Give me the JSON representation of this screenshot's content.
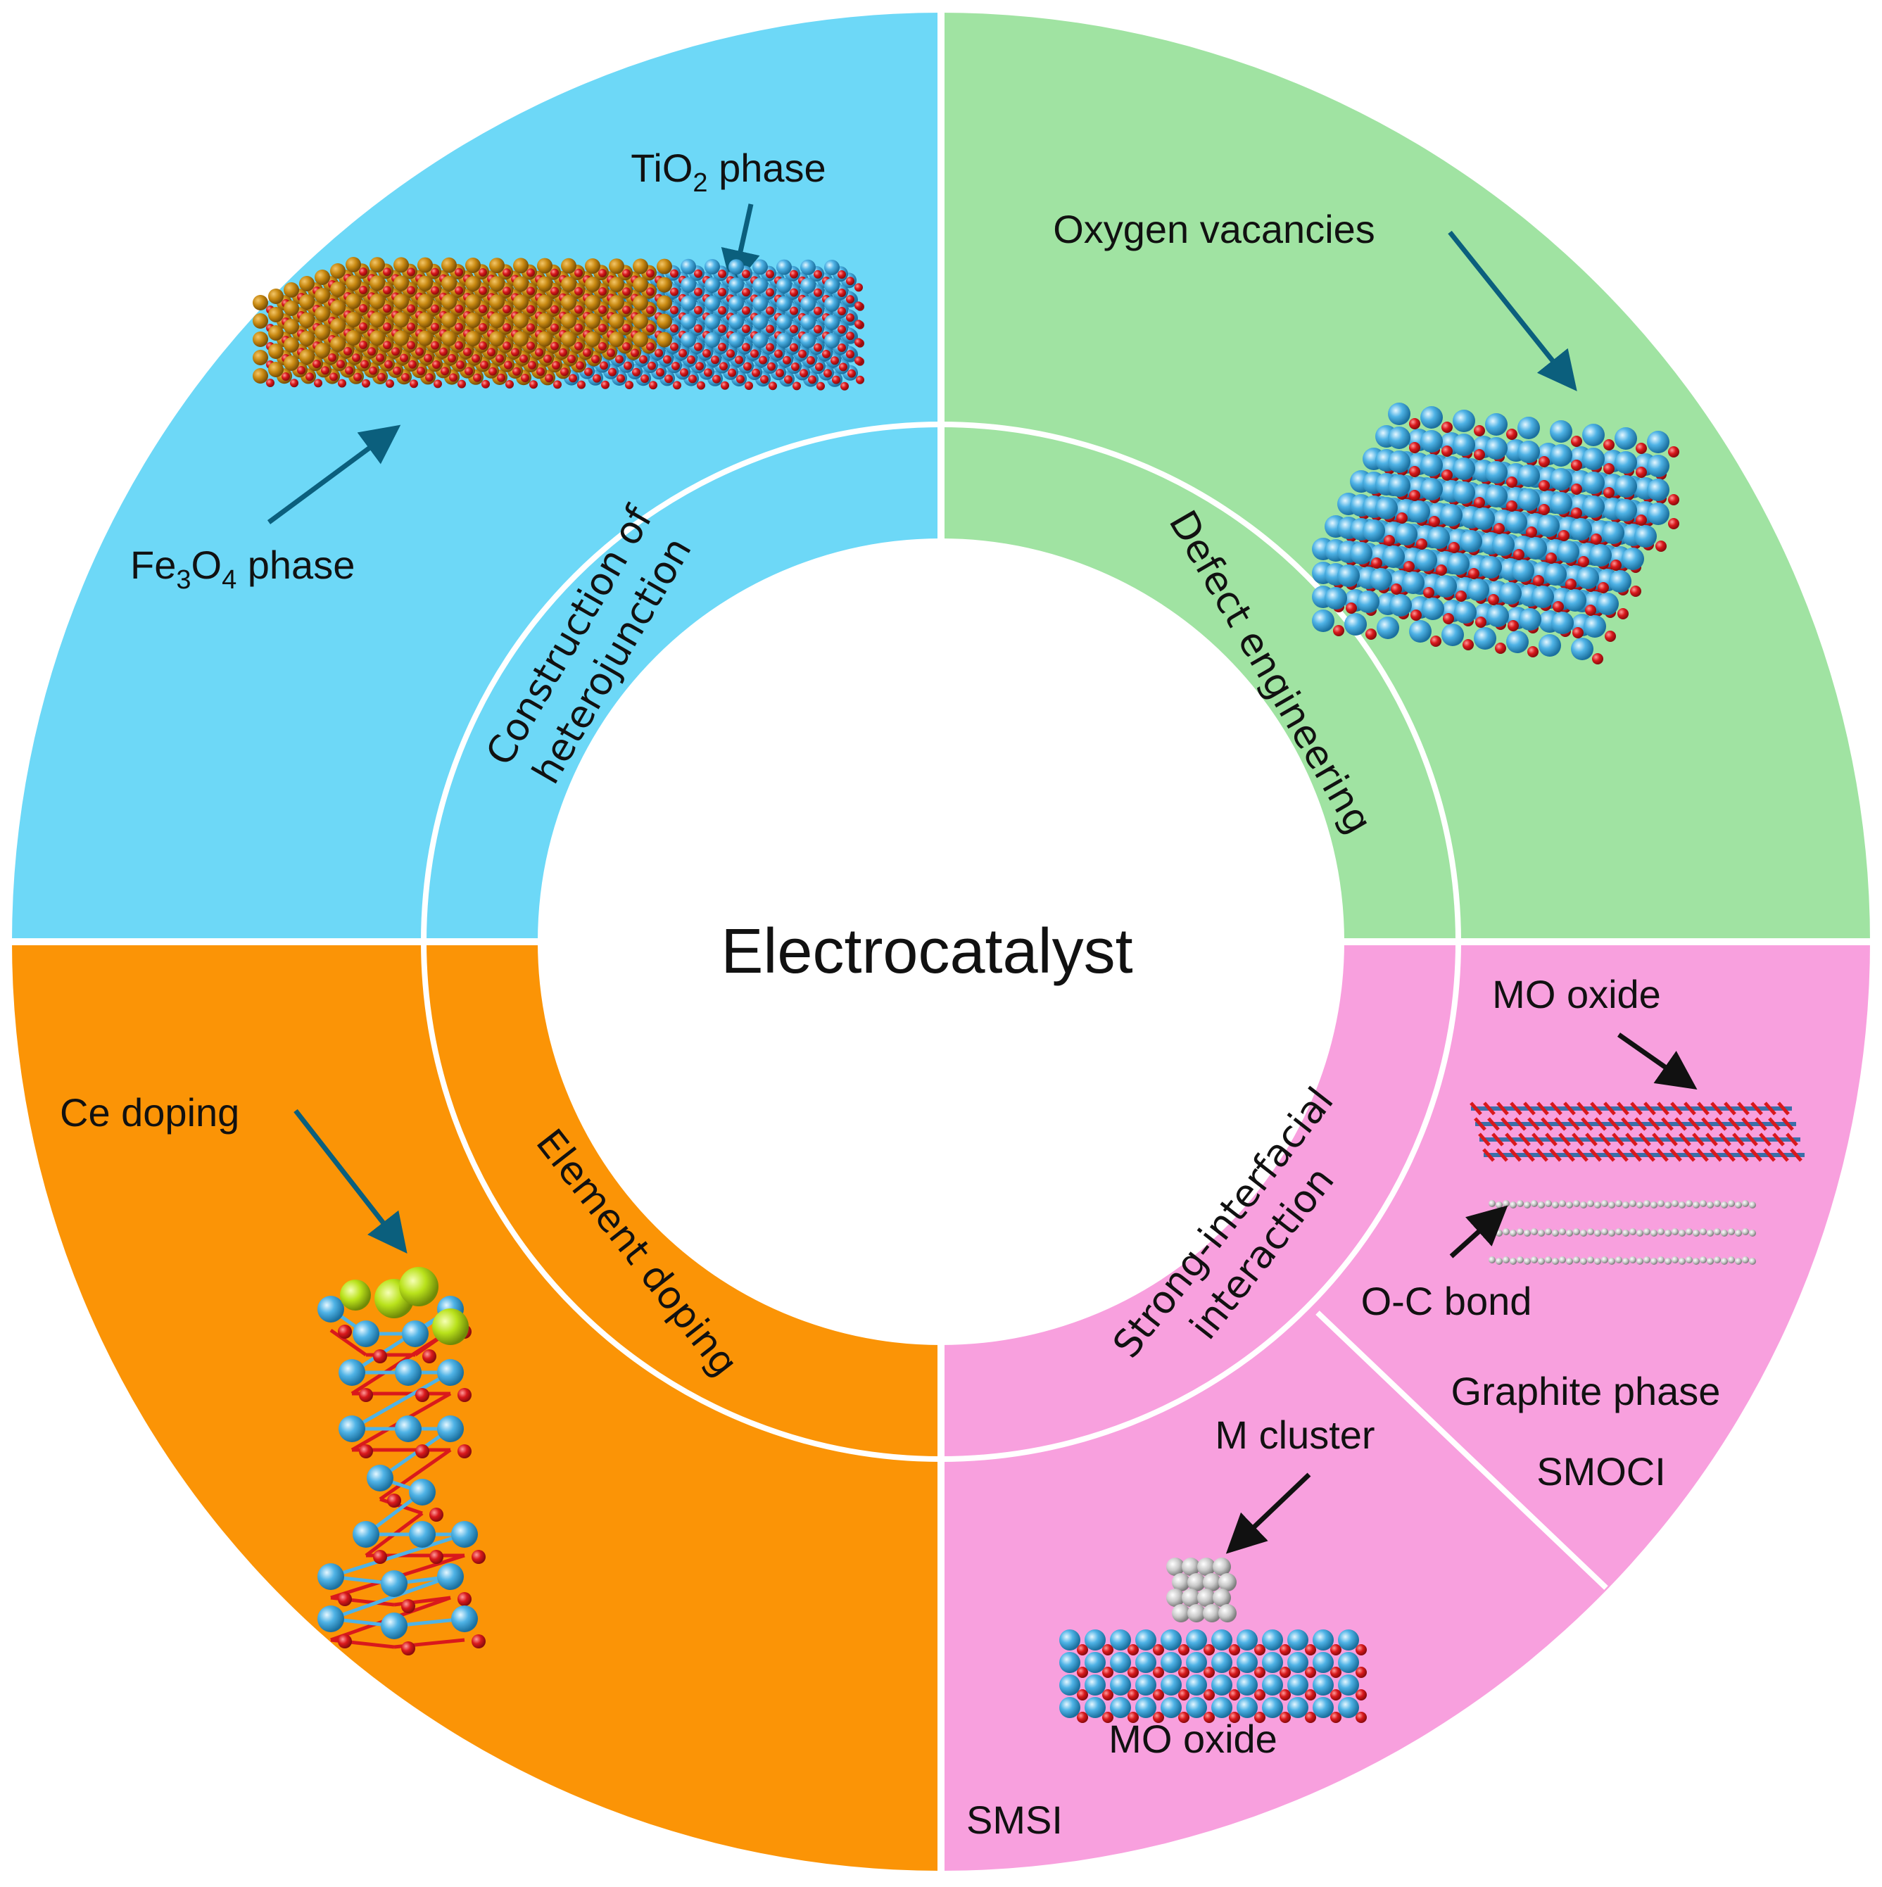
{
  "center": {
    "title": "Electrocatalyst"
  },
  "colors": {
    "heterojunction": "#6dd8f7",
    "defect": "#a0e3a2",
    "doping": "#fb9406",
    "interfacial": "#f8a0de",
    "ti_blue": "#4fb3e6",
    "oxygen_red": "#d9191c",
    "fe_gold": "#c98a12",
    "ce_yellow": "#b9e21b",
    "metal_grey": "#c9c9c9",
    "arrow_teal": "#0b5f7d"
  },
  "segments": {
    "heterojunction": {
      "ring_line1": "Construction of",
      "ring_line2": "heterojunction",
      "label_top": "TiO",
      "label_top_sub": "2",
      "label_top_rest": " phase",
      "label_bottom": "Fe",
      "label_bottom_sub1": "3",
      "label_bottom_mid": "O",
      "label_bottom_sub2": "4",
      "label_bottom_rest": " phase",
      "icon": "heterojunction-slab-icon"
    },
    "defect": {
      "ring_label": "Defect engineering",
      "label": "Oxygen vacancies",
      "icon": "defect-lattice-icon"
    },
    "doping": {
      "ring_label": "Element doping",
      "label": "Ce doping",
      "icon": "doped-cluster-icon"
    },
    "interfacial": {
      "ring_line1": "Strong-interfacial",
      "ring_line2": "interaction",
      "smoci": {
        "label_oxide": "MO oxide",
        "label_bond": "O-C bond",
        "label_graphite": "Graphite phase",
        "label_name": "SMOCI"
      },
      "smsi": {
        "label_cluster": "M cluster",
        "label_oxide": "MO oxide",
        "label_name": "SMSI"
      }
    }
  }
}
